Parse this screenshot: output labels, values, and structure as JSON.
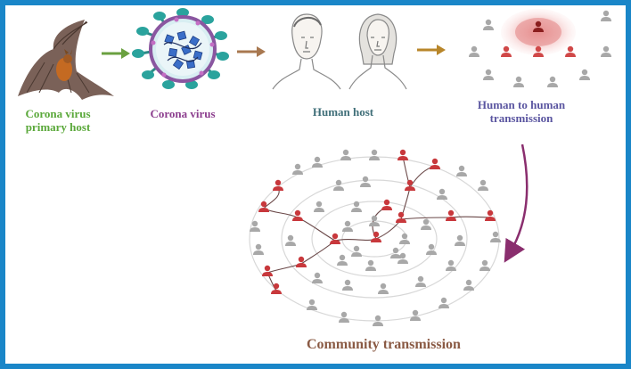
{
  "labels": {
    "primary_host_line1": "Corona virus",
    "primary_host_line2": "primary host",
    "virus": "Corona virus",
    "human_host": "Human host",
    "h2h_line1": "Human to human",
    "h2h_line2": "transmission",
    "community": "Community transmission"
  },
  "colors": {
    "border": "#1a86c8",
    "primary_host_text": "#5aa83a",
    "virus_text": "#8c3e8e",
    "human_host_text": "#3f6e78",
    "h2h_text": "#5a55a0",
    "community_text": "#8a5a44",
    "infected": "#c8383c",
    "healthy": "#a8a8a8",
    "arrow_green": "#6aa040",
    "arrow_brown": "#a87850",
    "arrow_gold": "#b8862a",
    "arrow_purple": "#8a2e6e"
  }
}
